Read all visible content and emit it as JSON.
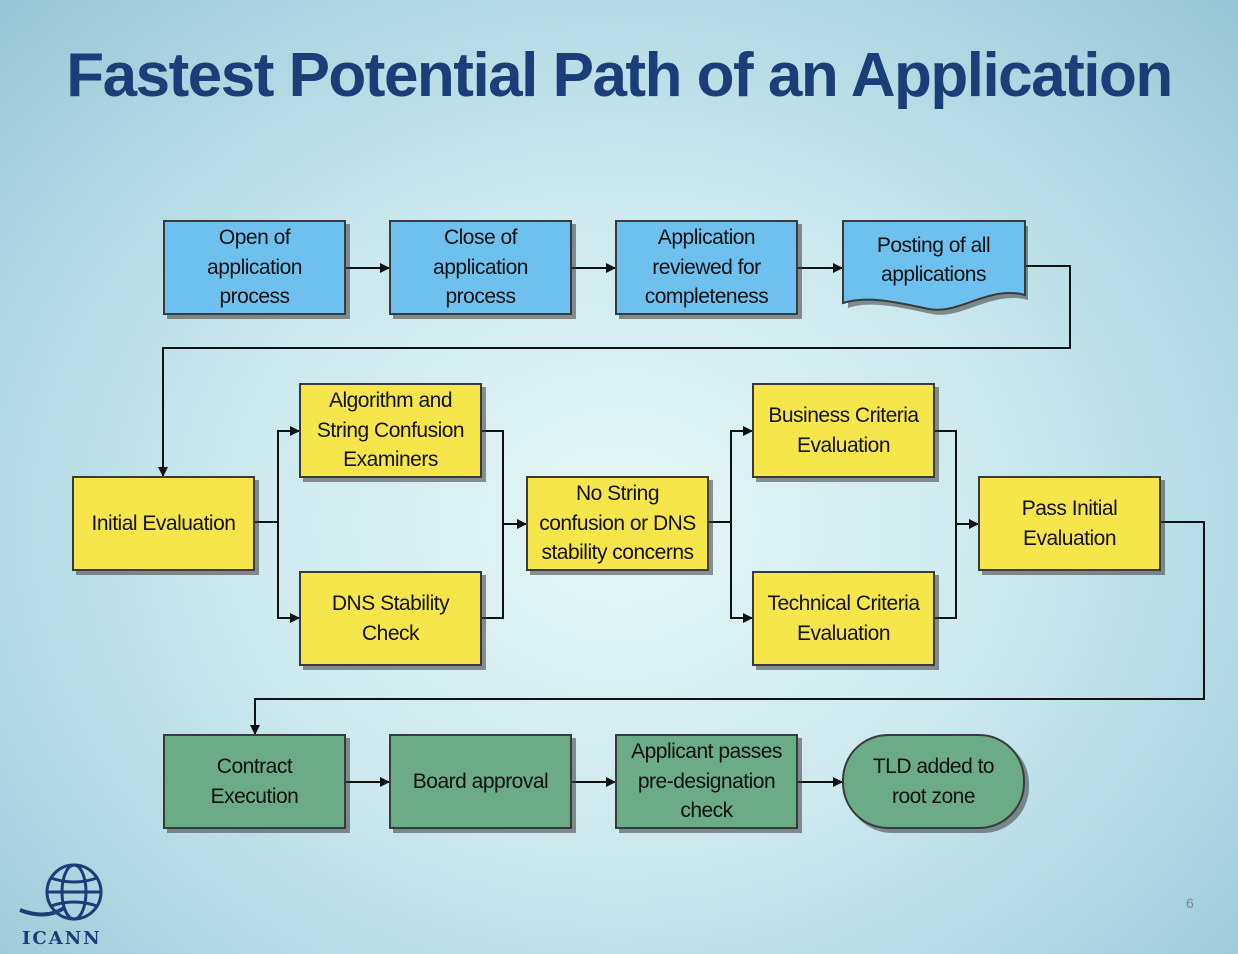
{
  "title": "Fastest Potential Path of an Application",
  "page_number": "6",
  "logo_text": "ICANN",
  "colors": {
    "title": "#1a3e78",
    "phase1_box": "#6ec1ee",
    "phase2_box": "#f7e54c",
    "phase3_box": "#6bab87"
  },
  "steps": {
    "open": "Open of\napplication\nprocess",
    "close": "Close of\napplication\nprocess",
    "reviewed": "Application\nreviewed for\ncompleteness",
    "posting": "Posting of all\napplications",
    "initial_eval": "Initial Evaluation",
    "algorithm": "Algorithm and\nString Confusion\nExaminers",
    "dns_stability": "DNS Stability\nCheck",
    "no_string": "No String\nconfusion or DNS\nstability concerns",
    "business": "Business Criteria\nEvaluation",
    "technical": "Technical Criteria\nEvaluation",
    "pass_initial": "Pass Initial\nEvaluation",
    "contract": "Contract\nExecution",
    "board": "Board approval",
    "predesignation": "Applicant passes\npre-designation\ncheck",
    "tld_added": "TLD added to\nroot zone"
  }
}
